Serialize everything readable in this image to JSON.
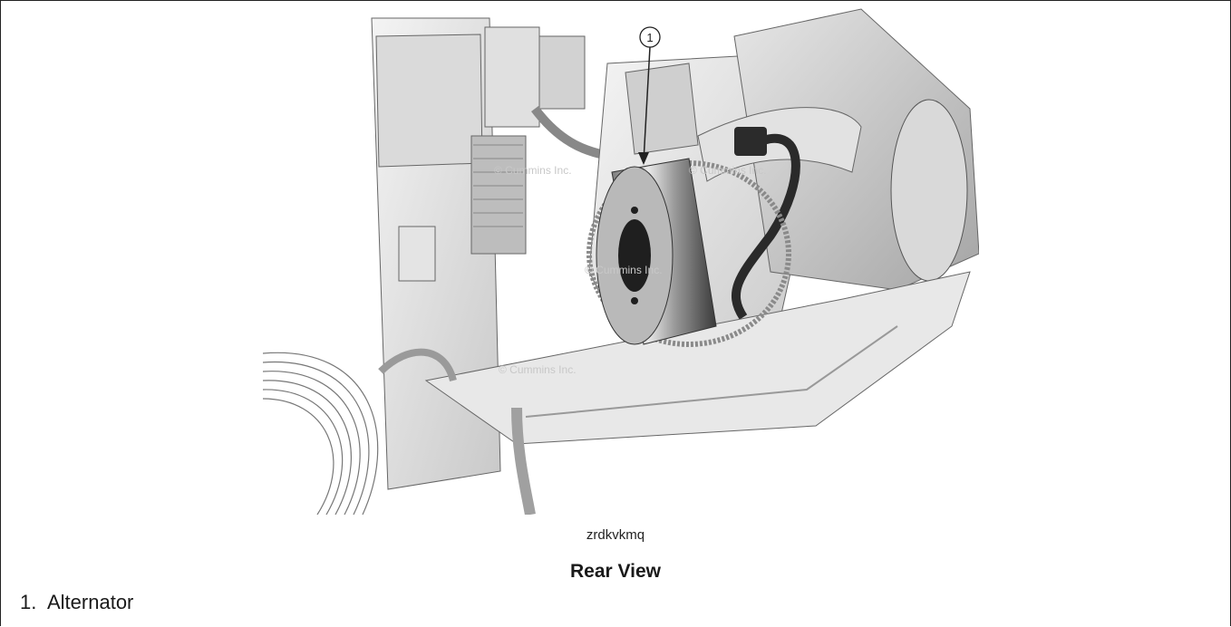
{
  "figure": {
    "callout_number": "1",
    "watermark": "© Cummins Inc."
  },
  "caption": {
    "image_id": "zrdkvkmq",
    "title": "Rear View"
  },
  "legend": [
    {
      "number": "1.",
      "label": "Alternator"
    }
  ]
}
